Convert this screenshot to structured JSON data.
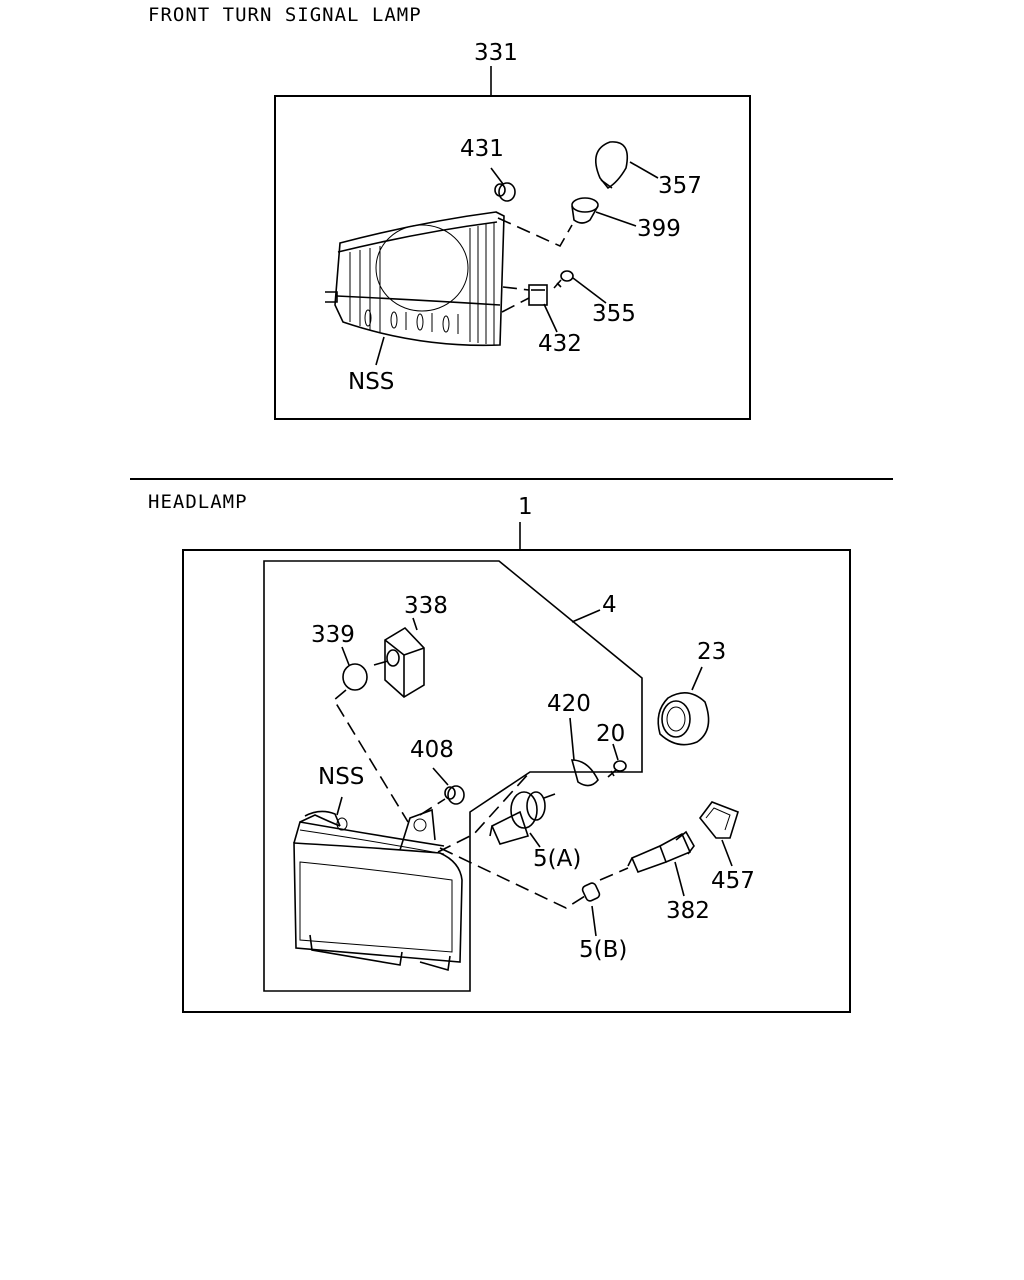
{
  "sections": {
    "turn_signal": {
      "title": "FRONT TURN SIGNAL LAMP",
      "assembly_no": "331",
      "callouts": {
        "c431": "431",
        "c357": "357",
        "c399": "399",
        "c355": "355",
        "c432": "432",
        "nss": "NSS"
      }
    },
    "headlamp": {
      "title": "HEADLAMP",
      "assembly_no": "1",
      "sub_assembly_no": "4",
      "callouts": {
        "c338": "338",
        "c339": "339",
        "c23": "23",
        "c420": "420",
        "c20": "20",
        "c408": "408",
        "nss": "NSS",
        "c5a": "5(A)",
        "c5b": "5(B)",
        "c382": "382",
        "c457": "457"
      }
    }
  }
}
